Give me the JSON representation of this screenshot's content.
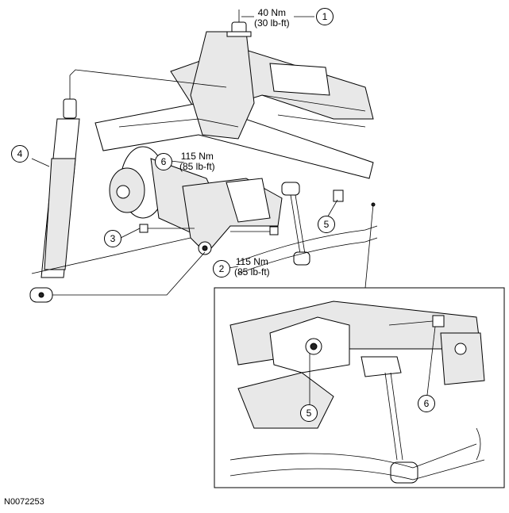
{
  "callouts": {
    "c1": "1",
    "c2": "2",
    "c3": "3",
    "c4": "4",
    "c5_main": "5",
    "c5_detail": "5",
    "c6_main": "6",
    "c6_detail": "6"
  },
  "torque": {
    "t1_nm": "40 Nm",
    "t1_lbft": "(30 lb-ft)",
    "t2_nm": "115 Nm",
    "t2_lbft": "(85 lb-ft)",
    "t6_nm": "115 Nm",
    "t6_lbft": "(85 lb-ft)"
  },
  "figure_id": "N0072253"
}
